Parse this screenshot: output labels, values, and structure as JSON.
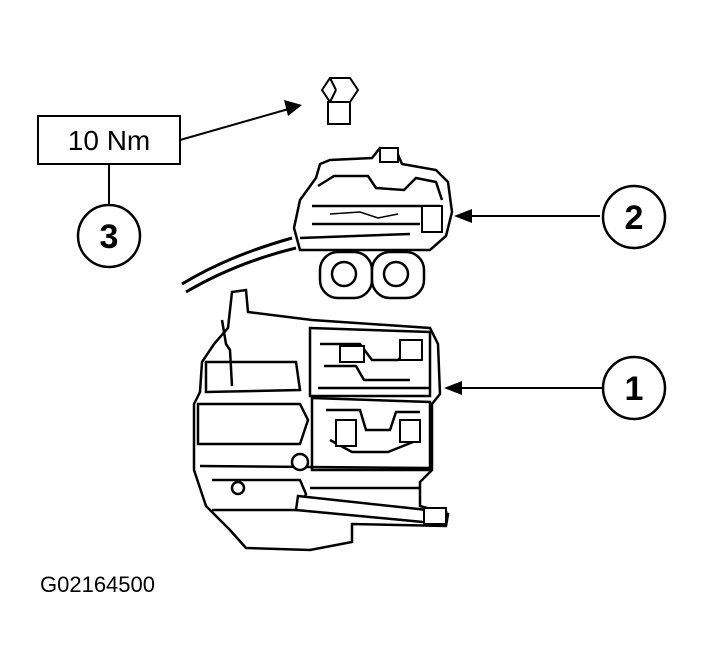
{
  "torque_box": {
    "text": "10 Nm"
  },
  "callouts": [
    {
      "id": "1",
      "label": "1"
    },
    {
      "id": "2",
      "label": "2"
    },
    {
      "id": "3",
      "label": "3"
    }
  ],
  "figure_code": "G02164500",
  "colors": {
    "line": "#000000",
    "background": "#ffffff"
  }
}
